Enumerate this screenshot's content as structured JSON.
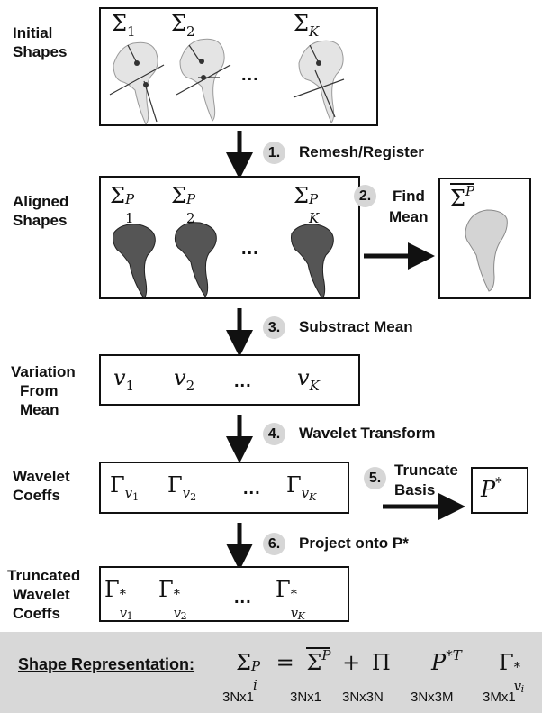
{
  "row_labels": {
    "initial": [
      "Initial",
      "Shapes"
    ],
    "aligned": [
      "Aligned",
      "Shapes"
    ],
    "variation": [
      "Variation",
      "From",
      "Mean"
    ],
    "wavelet": [
      "Wavelet",
      "Coeffs"
    ],
    "truncated": [
      "Truncated",
      "Wavelet",
      "Coeffs"
    ]
  },
  "ellipsis": "...",
  "steps": [
    {
      "num": "1.",
      "label": "Remesh/Register"
    },
    {
      "num": "2.",
      "label": [
        "Find",
        "Mean"
      ]
    },
    {
      "num": "3.",
      "label": "Substract Mean"
    },
    {
      "num": "4.",
      "label": "Wavelet Transform"
    },
    {
      "num": "5.",
      "label": [
        "Truncate",
        "Basis"
      ]
    },
    {
      "num": "6.",
      "label": "Project onto P*"
    }
  ],
  "symbols": {
    "sigma": "Σ",
    "sigma_subs": [
      "1",
      "2",
      "K"
    ],
    "aligned_sup": "P",
    "v": "v",
    "gamma": "Γ",
    "star": "*",
    "pstar": "P",
    "pi": "Π"
  },
  "representation": {
    "title": "Shape Representation:",
    "dims": [
      "3Nx1",
      "3Nx1",
      "3Nx3N",
      "3Nx3M",
      "3Mx1"
    ]
  },
  "colors": {
    "panel": "#d8d8d8",
    "step_circle": "#d6d6d6"
  }
}
